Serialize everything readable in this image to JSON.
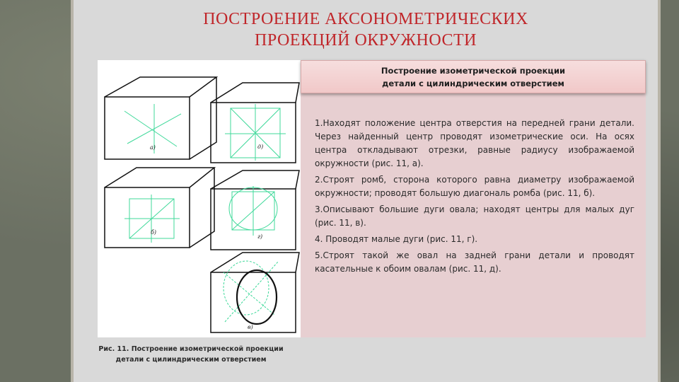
{
  "slide": {
    "title_line1": "ПОСТРОЕНИЕ АКСОНОМЕТРИЧЕСКИХ",
    "title_line2": "ПРОЕКЦИЙ ОКРУЖНОСТИ"
  },
  "figure": {
    "panel_labels": [
      "а)",
      "д)",
      "б)",
      "г)",
      "в)"
    ],
    "caption_line1": "Рис. 11. Построение изометрической проекции",
    "caption_line2": "детали с цилиндрическим отверстием"
  },
  "panel": {
    "header_line1": "Построение изометрической проекции",
    "header_line2": "детали с цилиндрическим отверстием",
    "steps": [
      "1.Находят положение центра отверстия на передней грани детали. Через найденный центр проводят изометрические оси. На осях центра откладывают отрезки, равные радиусу изображаемой окружности (рис. 11, а).",
      "2.Строят ромб, сторона которого равна диаметру изображаемой окружности; проводят большую диагональ ромба (рис. 11, б).",
      "3.Описывают большие дуги овала; находят центры для малых дуг (рис. 11, в).",
      "4. Проводят малые дуги (рис. 11, г).",
      "5.Строят такой же овал на задней грани детали и проводят касательные к обоим овалам (рис. 11, д)."
    ]
  },
  "colors": {
    "title": "#c0262a",
    "panel_bg": "#e7cfd1",
    "construction_lines": "#3fd99a"
  }
}
